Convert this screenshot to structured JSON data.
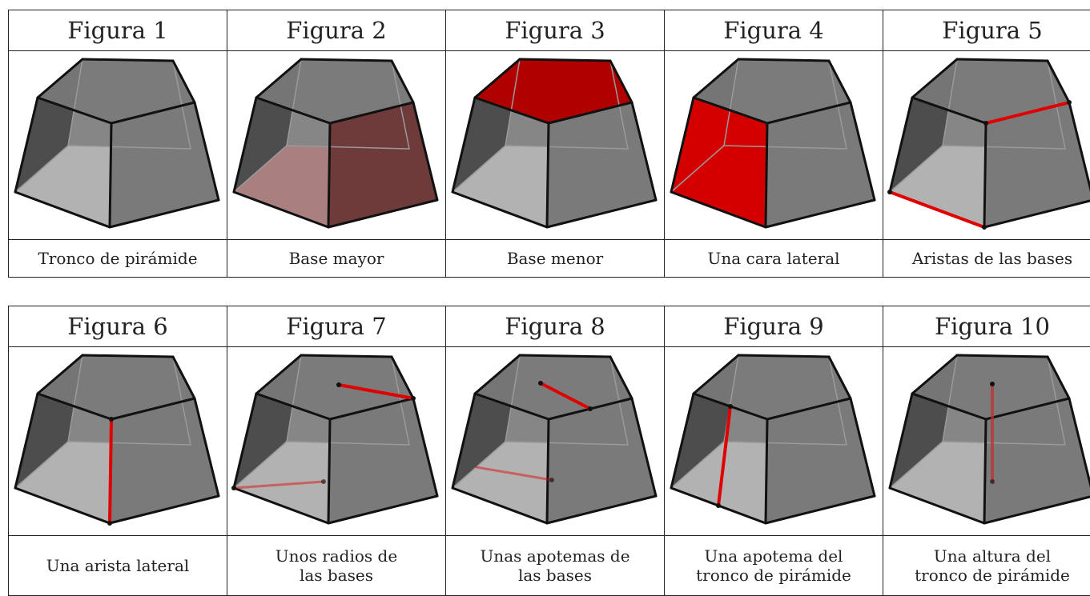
{
  "figures": [
    {
      "title": "Figura 1",
      "caption": [
        "Tronco de pirámide"
      ],
      "highlight": "none"
    },
    {
      "title": "Figura 2",
      "caption": [
        "Base mayor"
      ],
      "highlight": "base-mayor"
    },
    {
      "title": "Figura 3",
      "caption": [
        "Base menor"
      ],
      "highlight": "base-menor"
    },
    {
      "title": "Figura 4",
      "caption": [
        "Una cara lateral"
      ],
      "highlight": "cara-lateral"
    },
    {
      "title": "Figura 5",
      "caption": [
        "Aristas de las bases"
      ],
      "highlight": "aristas-bases"
    },
    {
      "title": "Figura 6",
      "caption": [
        "Una arista lateral"
      ],
      "highlight": "arista-lateral"
    },
    {
      "title": "Figura 7",
      "caption": [
        "Unos radios de",
        "las bases"
      ],
      "highlight": "radios"
    },
    {
      "title": "Figura 8",
      "caption": [
        "Unas apotemas de",
        "las bases"
      ],
      "highlight": "apotemas-bases"
    },
    {
      "title": "Figura 9",
      "caption": [
        "Una apotema del",
        "tronco de pirámide"
      ],
      "highlight": "apotema-tronco"
    },
    {
      "title": "Figura 10",
      "caption": [
        "Una altura del",
        "tronco de pirámide"
      ],
      "highlight": "altura"
    }
  ],
  "colors": {
    "highlight": "#e00000",
    "face_fill": "#7a7a7a",
    "dark_face": "#3e3e3e",
    "floor": "#c4c4c4",
    "edge": "#111111"
  }
}
